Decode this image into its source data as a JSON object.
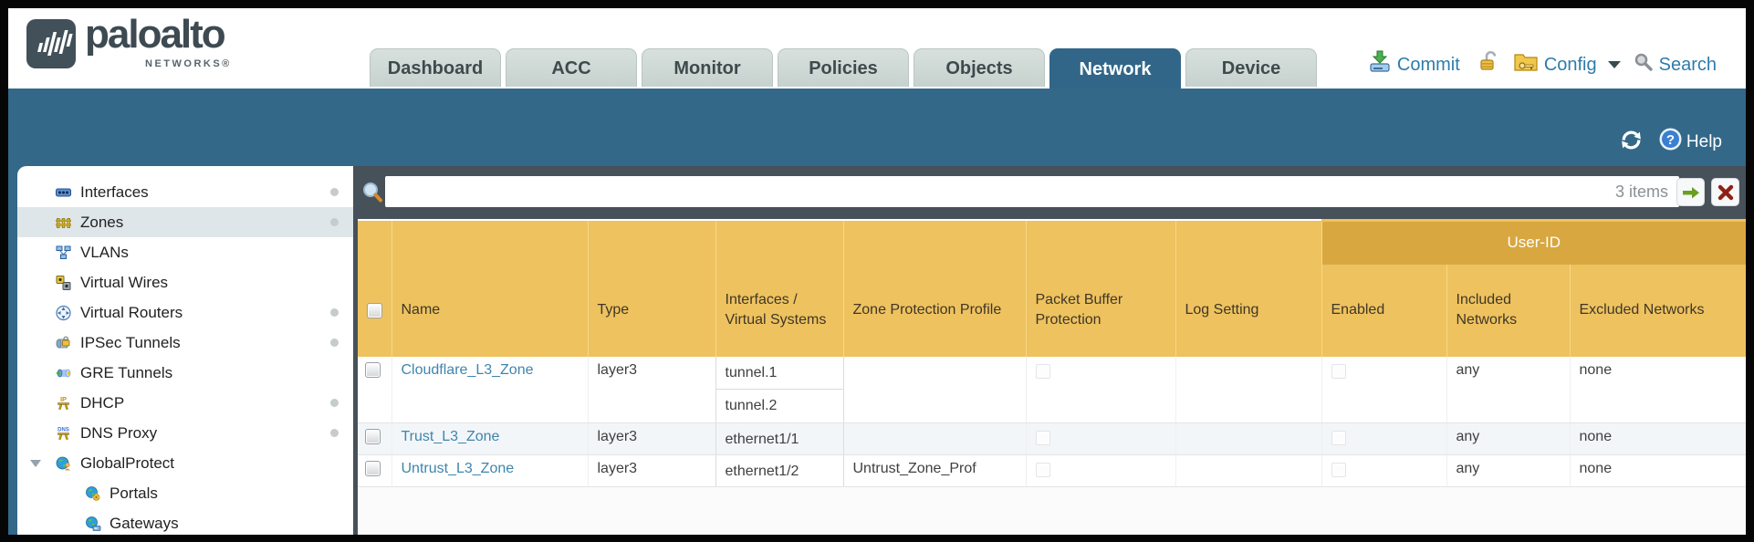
{
  "header": {
    "brand": "paloalto",
    "brand_sub": "NETWORKS®",
    "tabs": [
      {
        "label": "Dashboard",
        "active": false
      },
      {
        "label": "ACC",
        "active": false
      },
      {
        "label": "Monitor",
        "active": false
      },
      {
        "label": "Policies",
        "active": false
      },
      {
        "label": "Objects",
        "active": false
      },
      {
        "label": "Network",
        "active": true
      },
      {
        "label": "Device",
        "active": false
      }
    ],
    "actions": {
      "commit": "Commit",
      "config": "Config",
      "search": "Search"
    }
  },
  "band": {
    "help": "Help"
  },
  "sidebar": {
    "items": [
      {
        "label": "Interfaces",
        "icon": "interfaces-icon",
        "dot": true,
        "selected": false
      },
      {
        "label": "Zones",
        "icon": "zones-icon",
        "dot": true,
        "selected": true
      },
      {
        "label": "VLANs",
        "icon": "vlans-icon",
        "dot": false,
        "selected": false
      },
      {
        "label": "Virtual Wires",
        "icon": "virtual-wires-icon",
        "dot": false,
        "selected": false
      },
      {
        "label": "Virtual Routers",
        "icon": "virtual-routers-icon",
        "dot": true,
        "selected": false
      },
      {
        "label": "IPSec Tunnels",
        "icon": "ipsec-tunnels-icon",
        "dot": true,
        "selected": false
      },
      {
        "label": "GRE Tunnels",
        "icon": "gre-tunnels-icon",
        "dot": false,
        "selected": false
      },
      {
        "label": "DHCP",
        "icon": "dhcp-icon",
        "dot": true,
        "selected": false
      },
      {
        "label": "DNS Proxy",
        "icon": "dns-proxy-icon",
        "dot": true,
        "selected": false
      },
      {
        "label": "GlobalProtect",
        "icon": "globalprotect-icon",
        "dot": false,
        "selected": false,
        "expanded": true
      },
      {
        "label": "Portals",
        "icon": "portals-icon",
        "dot": false,
        "selected": false,
        "indent": true
      },
      {
        "label": "Gateways",
        "icon": "gateways-icon",
        "dot": false,
        "selected": false,
        "indent": true
      }
    ]
  },
  "filterbar": {
    "count": "3 items",
    "query": ""
  },
  "table": {
    "group_header": "User-ID",
    "columns": [
      {
        "label": "Name"
      },
      {
        "label": "Type"
      },
      {
        "label": "Interfaces / Virtual Systems"
      },
      {
        "label": "Zone Protection Profile"
      },
      {
        "label": "Packet Buffer Protection"
      },
      {
        "label": "Log Setting"
      },
      {
        "label": "Enabled"
      },
      {
        "label": "Included Networks"
      },
      {
        "label": "Excluded Networks"
      }
    ],
    "rows": [
      {
        "name": "Cloudflare_L3_Zone",
        "type": "layer3",
        "interfaces": [
          "tunnel.1",
          "tunnel.2"
        ],
        "zone_protection_profile": "",
        "log_setting": "",
        "included_networks": "any",
        "excluded_networks": "none"
      },
      {
        "name": "Trust_L3_Zone",
        "type": "layer3",
        "interfaces": [
          "ethernet1/1"
        ],
        "zone_protection_profile": "",
        "log_setting": "",
        "included_networks": "any",
        "excluded_networks": "none"
      },
      {
        "name": "Untrust_L3_Zone",
        "type": "layer3",
        "interfaces": [
          "ethernet1/2"
        ],
        "zone_protection_profile": "Untrust_Zone_Prof",
        "log_setting": "",
        "included_networks": "any",
        "excluded_networks": "none"
      }
    ]
  },
  "colors": {
    "teal_band": "#336889",
    "active_tab": "#316689",
    "header_orange": "#eec25f",
    "user_id_band": "#d8a73f",
    "filter_strip": "#46515a",
    "link_blue": "#3e85ac"
  }
}
